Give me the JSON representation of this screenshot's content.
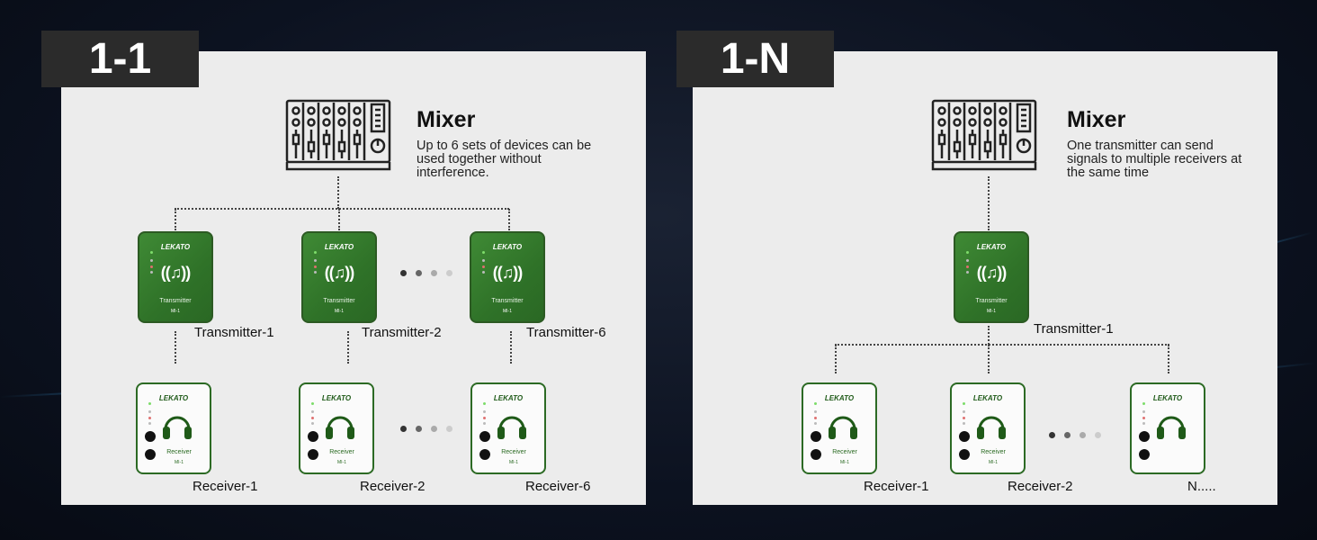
{
  "panels": [
    {
      "tag": "1-1",
      "mixer": {
        "title": "Mixer",
        "description": "Up to 6 sets of devices can be used together without interference."
      },
      "transmitters": [
        {
          "brand": "LEKATO",
          "name": "Transmitter",
          "model": "MI-1",
          "label": "Transmitter-1"
        },
        {
          "brand": "LEKATO",
          "name": "Transmitter",
          "model": "MI-1",
          "label": "Transmitter-2"
        },
        {
          "brand": "LEKATO",
          "name": "Transmitter",
          "model": "MI-1",
          "label": "Transmitter-6"
        }
      ],
      "receivers": [
        {
          "brand": "LEKATO",
          "name": "Receiver",
          "model": "MI-1",
          "label": "Receiver-1"
        },
        {
          "brand": "LEKATO",
          "name": "Receiver",
          "model": "MI-1",
          "label": "Receiver-2"
        },
        {
          "brand": "LEKATO",
          "name": "Receiver",
          "model": "MI-1",
          "label": "Receiver-6"
        }
      ]
    },
    {
      "tag": "1-N",
      "mixer": {
        "title": "Mixer",
        "description": "One transmitter can send signals to multiple receivers at the same time"
      },
      "transmitters": [
        {
          "brand": "LEKATO",
          "name": "Transmitter",
          "model": "MI-1",
          "label": "Transmitter-1"
        }
      ],
      "receivers": [
        {
          "brand": "LEKATO",
          "name": "Receiver",
          "model": "MI-1",
          "label": "Receiver-1"
        },
        {
          "brand": "LEKATO",
          "name": "Receiver",
          "model": "MI-1",
          "label": "Receiver-2"
        },
        {
          "brand": "LEKATO",
          "name": "",
          "model": "",
          "label": "N....."
        }
      ]
    }
  ],
  "colors": {
    "transmitter": "#3a8031",
    "receiver_accent": "#1f5a18",
    "tag_bg": "#2b2b2b",
    "panel_bg": "#ececec"
  }
}
